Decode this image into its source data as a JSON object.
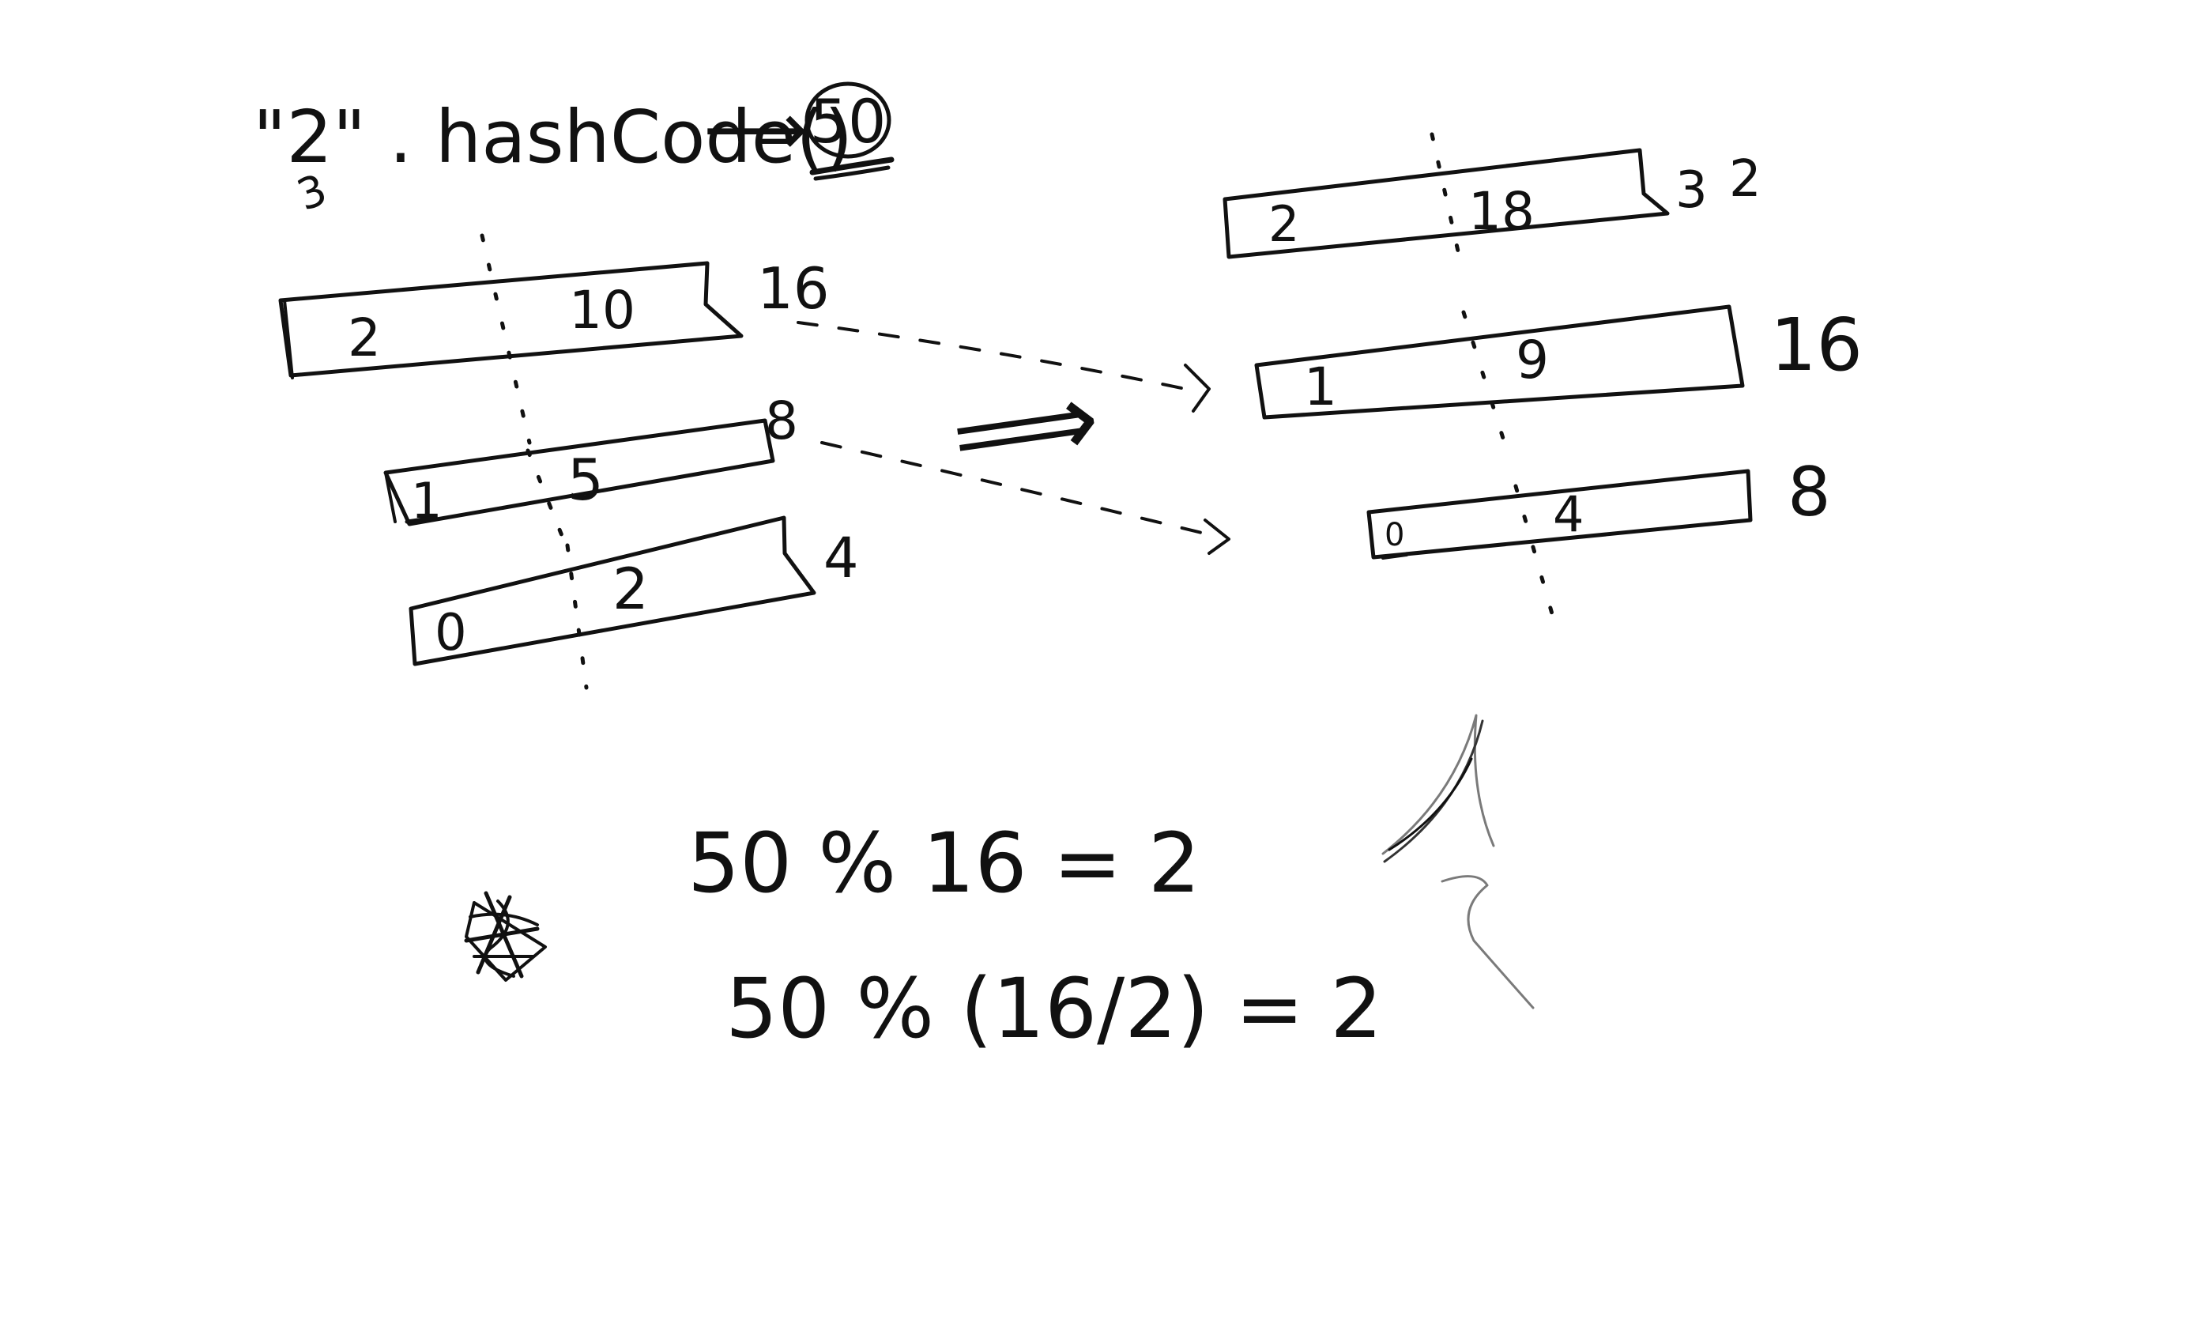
{
  "header": {
    "expression_text": "\"2\" . hashCode()",
    "arrow_glyph": "⟶",
    "result_value": "50",
    "scribble_glyph": "3"
  },
  "left_tables": [
    {
      "capacity": "16",
      "low_index": "2",
      "high_index": "10"
    },
    {
      "capacity": "8",
      "low_index": "1",
      "high_index": "5"
    },
    {
      "capacity": "4",
      "low_index": "0",
      "high_index": "2"
    }
  ],
  "transition_arrow_glyph": "⟹",
  "right_tables": [
    {
      "capacity": "32",
      "capacity_glyph_first": "3",
      "capacity_glyph_second": "2",
      "low_index": "2",
      "high_index": "18"
    },
    {
      "capacity": "16",
      "low_index": "1",
      "high_index": "9"
    },
    {
      "capacity": "8",
      "low_index": "0",
      "high_index": "4"
    }
  ],
  "equations": {
    "line_1": "50 % 16 = 2",
    "line_2": "50 % (16/2) = 2"
  },
  "colors": {
    "ink": "#111111",
    "pencil": "#7a7a7a",
    "background": "#ffffff"
  }
}
